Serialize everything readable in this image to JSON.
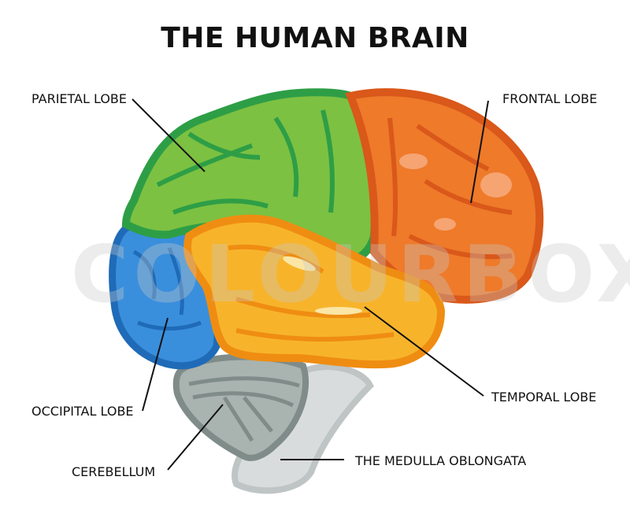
{
  "title": "THE HUMAN BRAIN",
  "labels": {
    "parietal": "PARIETAL LOBE",
    "frontal": "FRONTAL LOBE",
    "occipital": "OCCIPITAL LOBE",
    "temporal": "TEMPORAL LOBE",
    "cerebellum": "CEREBELLUM",
    "medulla": "THE MEDULLA OBLONGATA"
  },
  "watermark": "COLOURBOX",
  "colors": {
    "parietal": "#7cc142",
    "parietal_edge": "#2e9e46",
    "frontal": "#ee7a2a",
    "frontal_edge": "#d9581a",
    "occipital": "#3a8fdc",
    "occipital_edge": "#1f6bb8",
    "temporal": "#f7b42b",
    "temporal_edge": "#ef8d12",
    "cerebellum": "#a9b3b0",
    "cerebellum_edge": "#7f8c89",
    "medulla": "#d9dcdc",
    "medulla_edge": "#bfc4c4"
  }
}
